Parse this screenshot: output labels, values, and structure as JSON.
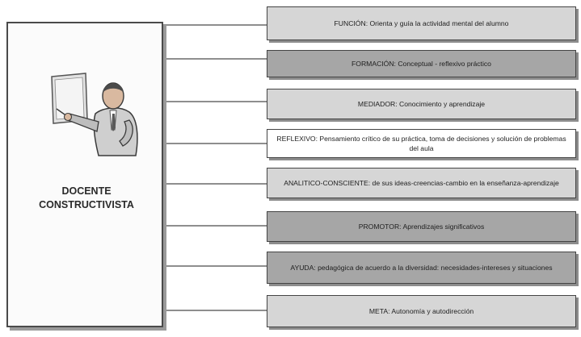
{
  "main": {
    "title_line1": "DOCENTE",
    "title_line2": "CONSTRUCTIVISTA"
  },
  "items": [
    {
      "text": "FUNCIÓN: Orienta y guía la actividad mental del alumno",
      "shade": "light"
    },
    {
      "text": "FORMACIÓN: Conceptual - reflexivo práctico",
      "shade": "dark"
    },
    {
      "text": "MEDIADOR: Conocimiento y aprendizaje",
      "shade": "light"
    },
    {
      "text": "REFLEXIVO: Pensamiento crítico de su práctica, toma de decisiones y solución de problemas del aula",
      "shade": "white"
    },
    {
      "text": "ANALITICO-CONSCIENTE: de sus ideas-creencias-cambio en la enseñanza-aprendizaje",
      "shade": "light"
    },
    {
      "text": "PROMOTOR: Aprendizajes significativos",
      "shade": "dark"
    },
    {
      "text": "AYUDA: pedagógica de acuerdo a la diversidad: necesidades-intereses y situaciones",
      "shade": "dark"
    },
    {
      "text": "META: Autonomía y autodirección",
      "shade": "light"
    }
  ],
  "colors": {
    "box_light": "#d6d6d6",
    "box_dark": "#a6a6a6",
    "box_white": "#ffffff",
    "border": "#444444"
  },
  "icons": {
    "figure": "teacher-presenting-icon"
  }
}
